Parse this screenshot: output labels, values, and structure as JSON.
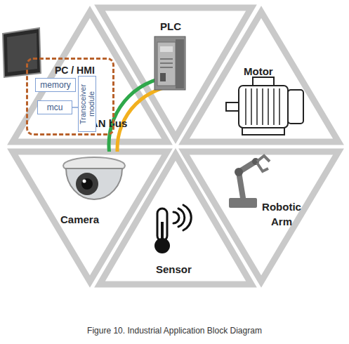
{
  "diagram": {
    "caption": "Figure 10. Industrial Application Block Diagram",
    "nodes": [
      {
        "text": [
          "PC / HMI"
        ]
      },
      {
        "text": [
          "memory"
        ],
        "in": 0
      },
      {
        "text": [
          "mcu"
        ],
        "in": 0
      },
      {
        "text": [
          "Transceiver module"
        ],
        "in": 0
      },
      {
        "text": [
          "CAN bus"
        ]
      }
    ],
    "edges": [
      {
        "from": 2,
        "to": 3,
        "arrow": "none"
      }
    ],
    "labels": [
      "PLC",
      "Motor",
      "Robotic Arm",
      "Sensor",
      "Camera"
    ]
  }
}
